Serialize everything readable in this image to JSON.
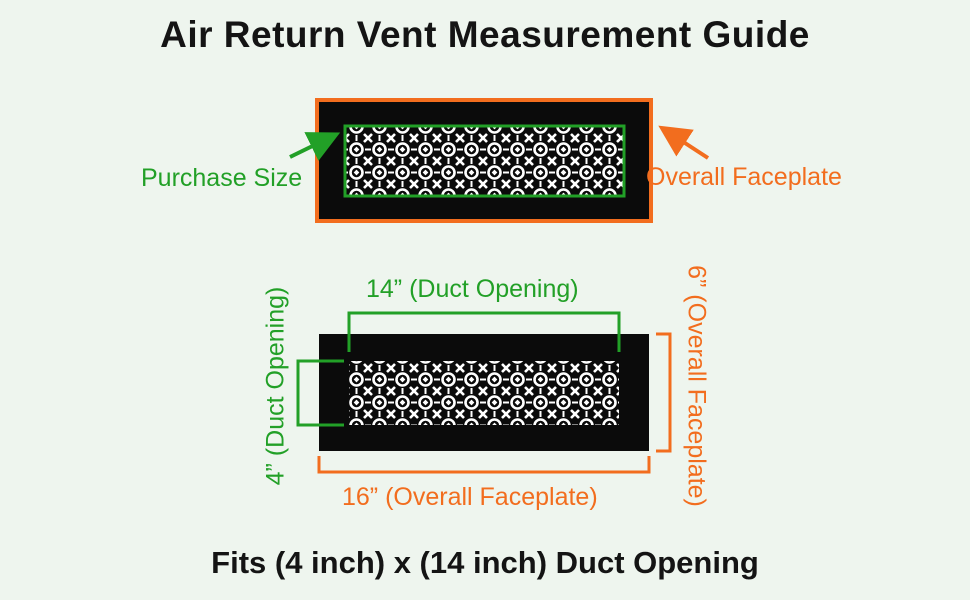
{
  "title": "Air Return Vent Measurement Guide",
  "footer": "Fits (4 inch) x (14 inch) Duct Opening",
  "labels": {
    "purchase_size": "Purchase Size",
    "overall_faceplate": "Overall Faceplate",
    "width_duct": "14” (Duct Opening)",
    "height_duct": "4” (Duct Opening)",
    "width_faceplate": "16” (Overall Faceplate)",
    "height_faceplate": "6” (Overall Faceplate)"
  },
  "colors": {
    "background": "#eef5ee",
    "purchase_green": "#22a027",
    "faceplate_orange": "#f26d1e",
    "vent": "#0b0b0b"
  },
  "icons": [
    "arrow-icon"
  ]
}
